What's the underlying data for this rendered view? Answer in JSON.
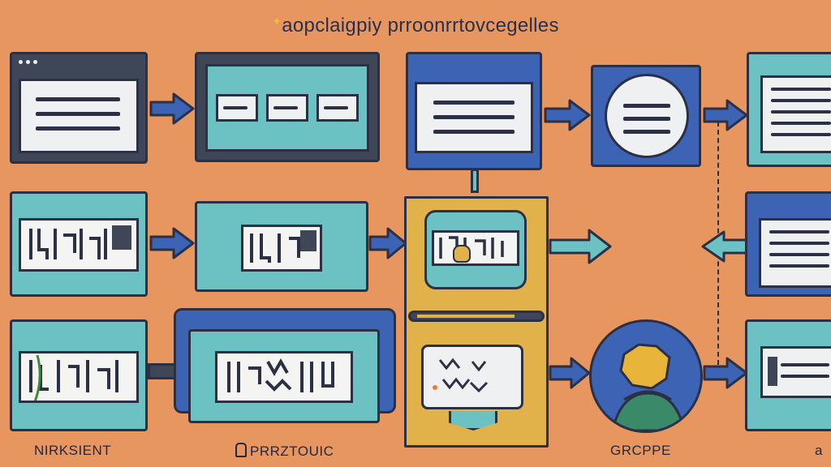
{
  "header": {
    "title": "aopclaigpiy prroonrrtovcegelles"
  },
  "captions": {
    "bottom_left": "NIRKSIENT",
    "bottom_mid": "PRRZTOUIC",
    "bottom_circle": "GRCPPE",
    "bottom_right": "a"
  },
  "colors": {
    "background": "#e8965f",
    "teal": "#6cc2c2",
    "blue": "#3d63b5",
    "dark": "#3f4658",
    "yellow": "#e2b24a",
    "outline": "#2b3044"
  },
  "icons": {
    "cursor_icon": "hand-pointer-icon",
    "person_icon": "user-group-icon",
    "sparkle_icon": "sparkle-icon"
  }
}
